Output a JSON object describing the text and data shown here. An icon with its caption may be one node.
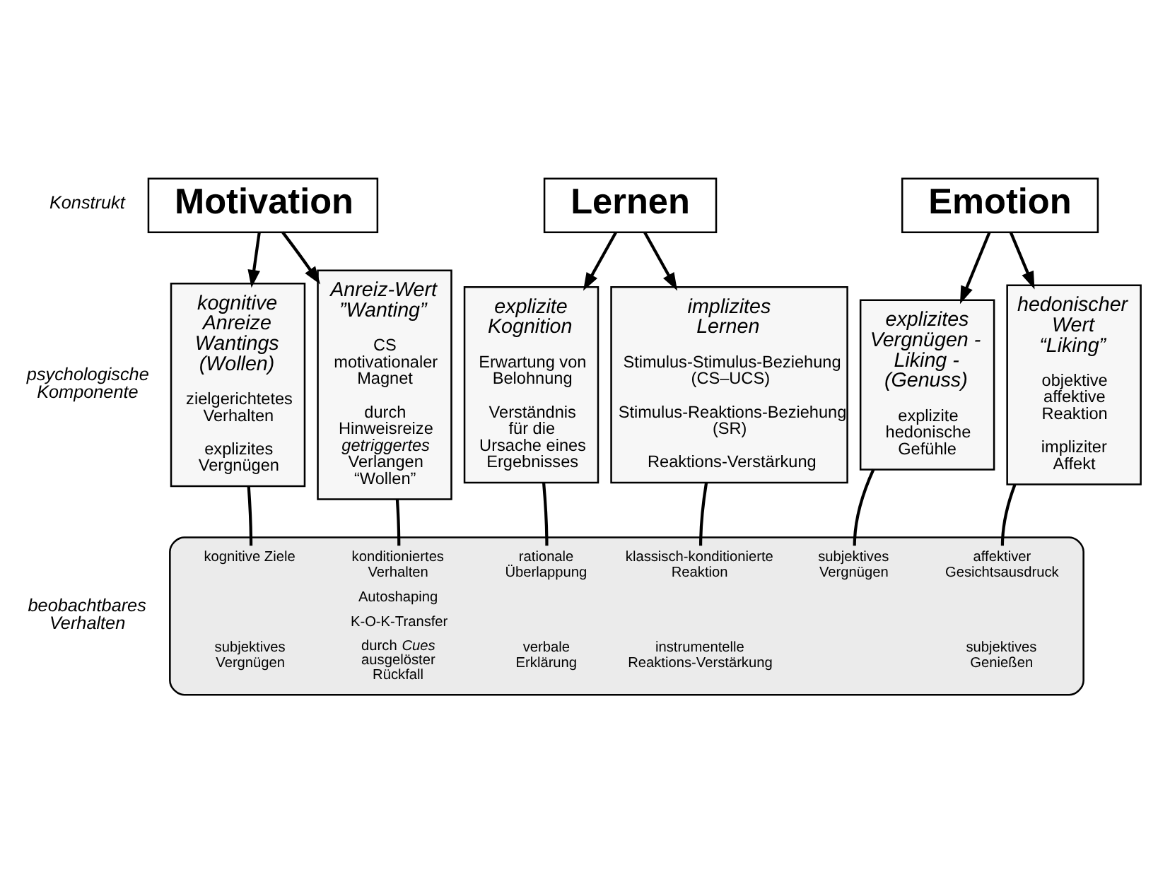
{
  "diagram": {
    "nodes": [
      {
        "text": [
          "Motivation"
        ]
      },
      {
        "text": [
          "Lernen"
        ]
      },
      {
        "text": [
          "Emotion"
        ]
      },
      {
        "text": [
          "kognitive Anreize Wantings (Wollen)",
          "zielgerichtetes Verhalten",
          "explizites Vergnügen"
        ]
      },
      {
        "text": [
          "Anreiz-Wert ”Wanting”",
          "CS motivationaler Magnet",
          "durch Hinweisreize *getriggertes* Verlangen “Wollen”"
        ]
      },
      {
        "text": [
          "explizite Kognition",
          "Erwartung von Belohnung",
          "Verständnis für die Ursache eines Ergebnisses"
        ]
      },
      {
        "text": [
          "implizites Lernen",
          "Stimulus-Stimulus-Beziehung (CS–UCS)",
          "Stimulus-Reaktions-Beziehung (SR)",
          "Reaktions-Verstärkung"
        ]
      },
      {
        "text": [
          "explizites Vergnügen - Liking - (Genuss)",
          "explizite hedonische Gefühle"
        ]
      },
      {
        "text": [
          "hedonischer Wert “Liking”",
          "objektive affektive Reaktion",
          "impliziter Affekt"
        ]
      },
      {
        "text": [
          "kognitive Ziele",
          "konditioniertes Verhalten",
          "rationale Überlappung",
          "klassisch-konditionierte Reaktion",
          "subjektives Vergnügen",
          "affektiver Gesichtsausdruck",
          "Autoshaping",
          "K-O-K-Transfer",
          "subjektives Vergnügen",
          "durch *Cues* ausgelöster Rückfall",
          "verbale Erklärung",
          "instrumentelle Reaktions-Verstärkung",
          "subjektives Genießen"
        ]
      }
    ],
    "edges": [
      {
        "from": 0,
        "to": 3,
        "arrow": "to"
      },
      {
        "from": 0,
        "to": 4,
        "arrow": "to"
      },
      {
        "from": 1,
        "to": 5,
        "arrow": "to"
      },
      {
        "from": 1,
        "to": 6,
        "arrow": "to"
      },
      {
        "from": 2,
        "to": 7,
        "arrow": "to"
      },
      {
        "from": 2,
        "to": 8,
        "arrow": "to"
      },
      {
        "from": 3,
        "to": 9,
        "arrow": "none"
      },
      {
        "from": 4,
        "to": 9,
        "arrow": "none"
      },
      {
        "from": 5,
        "to": 9,
        "arrow": "none"
      },
      {
        "from": 6,
        "to": 9,
        "arrow": "none"
      },
      {
        "from": 7,
        "to": 9,
        "arrow": "none"
      },
      {
        "from": 8,
        "to": 9,
        "arrow": "none"
      }
    ],
    "labels": [
      "Konstrukt",
      "psychologische Komponente",
      "beobachtbares Verhalten"
    ]
  }
}
